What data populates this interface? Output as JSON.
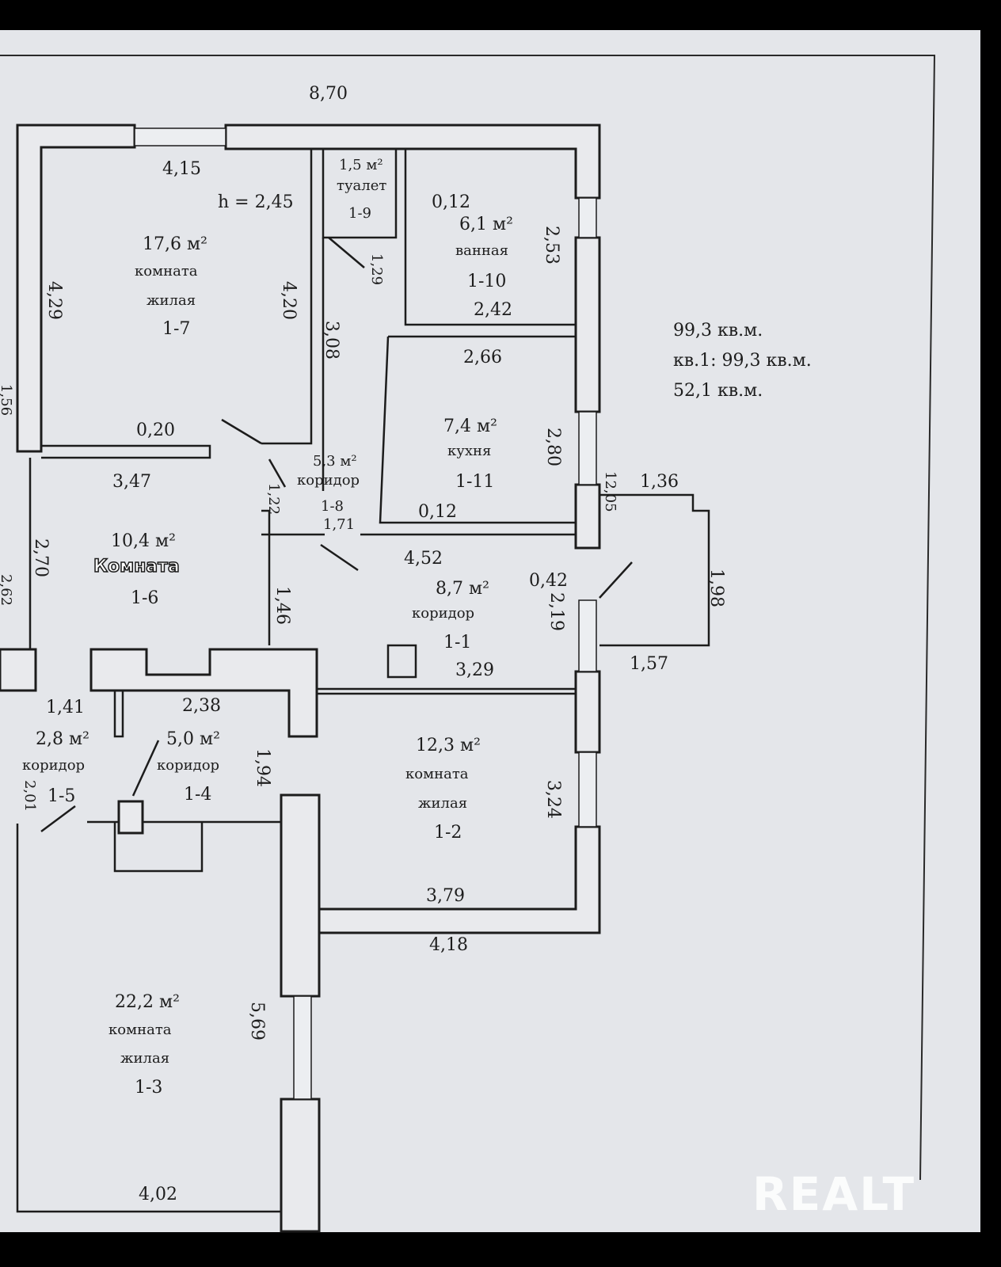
{
  "plan": {
    "overall_dims": [
      "8,70",
      "12,05"
    ],
    "summary_lines": [
      "52,1 кв.м.",
      "кв.1: 99,3 кв.м.",
      "99,3 кв.м."
    ],
    "rooms": [
      {
        "id": "1-7",
        "name": [
          "жилая",
          "комната"
        ],
        "area": "17,6 м²"
      },
      {
        "id": "1-9",
        "name": [
          "туалет"
        ],
        "area": "1,5 м²"
      },
      {
        "id": "1-10",
        "name": [
          "ванная"
        ],
        "area": "6,1 м²"
      },
      {
        "id": "1-11",
        "name": [
          "кухня"
        ],
        "area": "7,4 м²"
      },
      {
        "id": "1-8",
        "name": [
          "коридор"
        ],
        "area": "5,3 м²"
      },
      {
        "id": "1-6",
        "name": [],
        "area": "10,4 м²"
      },
      {
        "id": "1-1",
        "name": [
          "коридор"
        ],
        "area": "8,7 м²"
      },
      {
        "id": "1-2",
        "name": [
          "жилая",
          "комната"
        ],
        "area": "12,3 м²"
      },
      {
        "id": "1-4",
        "name": [
          "коридор"
        ],
        "area": "5,0 м²"
      },
      {
        "id": "1-5",
        "name": [
          "коридор"
        ],
        "area": "2,8 м²"
      },
      {
        "id": "1-3",
        "name": [
          "жилая",
          "комната"
        ],
        "area": "22,2 м²"
      }
    ],
    "stamp_label": "Комната",
    "ceiling_height": "h = 2,45",
    "dims": [
      "4,15",
      "4,29",
      "4,20",
      "3,08",
      "1,29",
      "0,12",
      "2,53",
      "2,42",
      "2,66",
      "2,80",
      "0,20",
      "3,47",
      "1,22",
      "1,71",
      "0,12",
      "4,52",
      "1,36",
      "1,98",
      "0,42",
      "2,19",
      "1,46",
      "2,70",
      "3,29",
      "1,57",
      "2,38",
      "1,41",
      "1,94",
      "2,01",
      "3,24",
      "3,79",
      "4,18",
      "5,69",
      "4,02",
      "1,56",
      "2,62"
    ],
    "watermark": "REALT"
  }
}
